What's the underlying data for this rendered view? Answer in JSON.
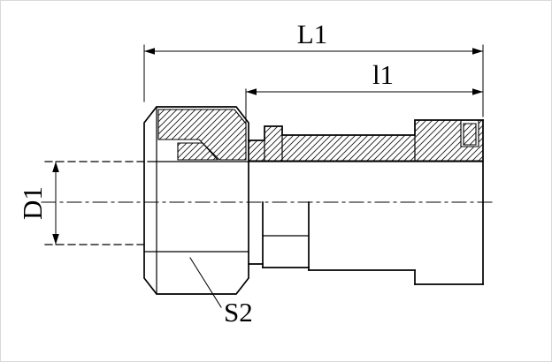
{
  "drawing": {
    "background_color": "#ffffff",
    "stroke_color": "#000000",
    "dimension_labels": {
      "overall_length": "L1",
      "shank_length": "l1",
      "tube_diameter": "D1",
      "nut_wrench_size": "S2"
    }
  }
}
